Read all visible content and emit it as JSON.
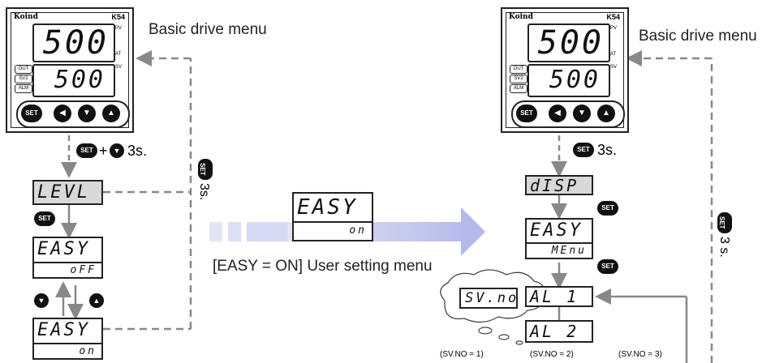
{
  "device": {
    "brand": "Koind",
    "model": "K54",
    "pv_value": "500",
    "sv_value": "500",
    "pv_tag": "PV",
    "at_tag": "AT",
    "sv_tag": "SV",
    "leds": [
      "OUT",
      "SV2",
      "ALM"
    ],
    "set_key": "SET"
  },
  "left": {
    "menu_label": "Basic drive menu",
    "combo_label": "+",
    "combo_time": "3s.",
    "return_time": "3s.",
    "levl": "LEVL",
    "easy": "EASY",
    "easy_off": "oFF",
    "easy_on": "on"
  },
  "center": {
    "easy": "EASY",
    "on": "on",
    "caption": "[EASY = ON] User setting menu"
  },
  "right": {
    "menu_label": "Basic drive menu",
    "disp_time": "3s.",
    "return_time": "3 s.",
    "disp": "dISP",
    "easy": "EASY",
    "menu": "MEnu",
    "al1": "AL 1",
    "al2": "AL 2",
    "cloud": "SV.no",
    "sv_notes": [
      "(SV.NO = 1)",
      "(SV.NO = 2)",
      "(SV.NO = 3)"
    ]
  },
  "icons": {
    "set": "set-button-icon",
    "down": "down-arrow-button-icon",
    "up": "up-arrow-button-icon"
  }
}
